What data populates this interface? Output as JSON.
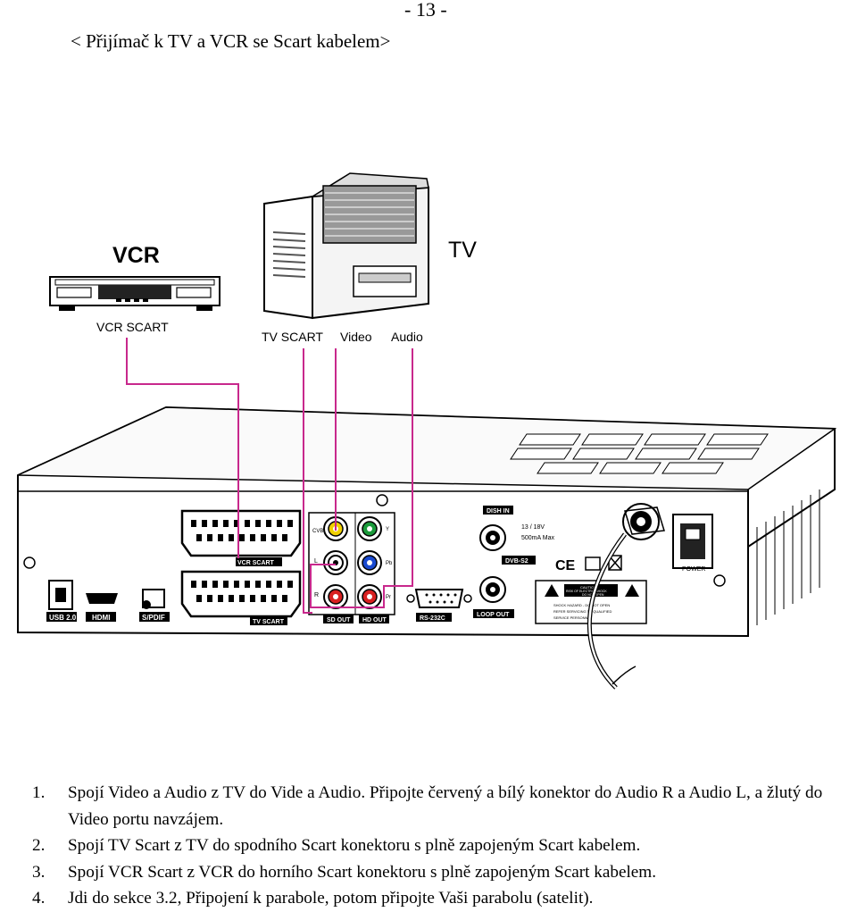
{
  "page": {
    "number": "- 13 -",
    "heading": "< Přijímač k TV a VCR se Scart kabelem>"
  },
  "diagram": {
    "vcr_title": "VCR",
    "vcr_scart": "VCR SCART",
    "tv_title": "TV",
    "tv_scart": "TV SCART",
    "video": "Video",
    "audio": "Audio",
    "panel": {
      "vcr_scart_port": "VCR SCART",
      "tv_scart_port": "TV SCART",
      "usb": "USB 2.0",
      "hdmi": "HDMI",
      "spdif": "S/PDIF",
      "sd_out": "SD OUT",
      "hd_out": "HD OUT",
      "rs232c": "RS-232C",
      "dish_in": "DISH IN",
      "loop_out": "LOOP OUT",
      "power_spec": "13 / 18V",
      "power_spec2": "500mA Max",
      "dvb_s2": "DVB-S2",
      "power": "POWER",
      "cvbs": "CVBS",
      "l": "L",
      "r": "R",
      "y": "Y",
      "pb": "Pb",
      "pr": "Pr",
      "caution": "CAUTION",
      "caution2": "RISK OF ELECTRIC SHOCK",
      "caution3": "DO NOT OPEN",
      "shock": "SHOCK HAZARD - DO NOT OPEN",
      "shock2": "REFER SERVICING TO QUALIFIED",
      "shock3": "SERVICE PERSONNEL"
    }
  },
  "instructions": [
    {
      "num": "1.",
      "text": "Spojí Video a Audio z TV do Vide a Audio. Připojte červený a bílý konektor do Audio R a Audio L, a žlutý do Video portu navzájem."
    },
    {
      "num": "2.",
      "text": "Spojí TV Scart  z TV do spodního Scart konektoru s  plně zapojeným Scart kabelem."
    },
    {
      "num": "3.",
      "text": "Spojí VCR Scart z VCR do horního Scart konektoru s plně zapojeným Scart kabelem."
    },
    {
      "num": "4.",
      "text": "Jdi do sekce 3.2, Připojení k parabole, potom připojte Vaši parabolu (satelit)."
    }
  ],
  "colors": {
    "cable_pink": "#c8288c",
    "yellow_connector": "#f0d000",
    "green_connector": "#1a9a3a",
    "blue_connector": "#1a4ad0",
    "red_connector": "#d82020"
  }
}
